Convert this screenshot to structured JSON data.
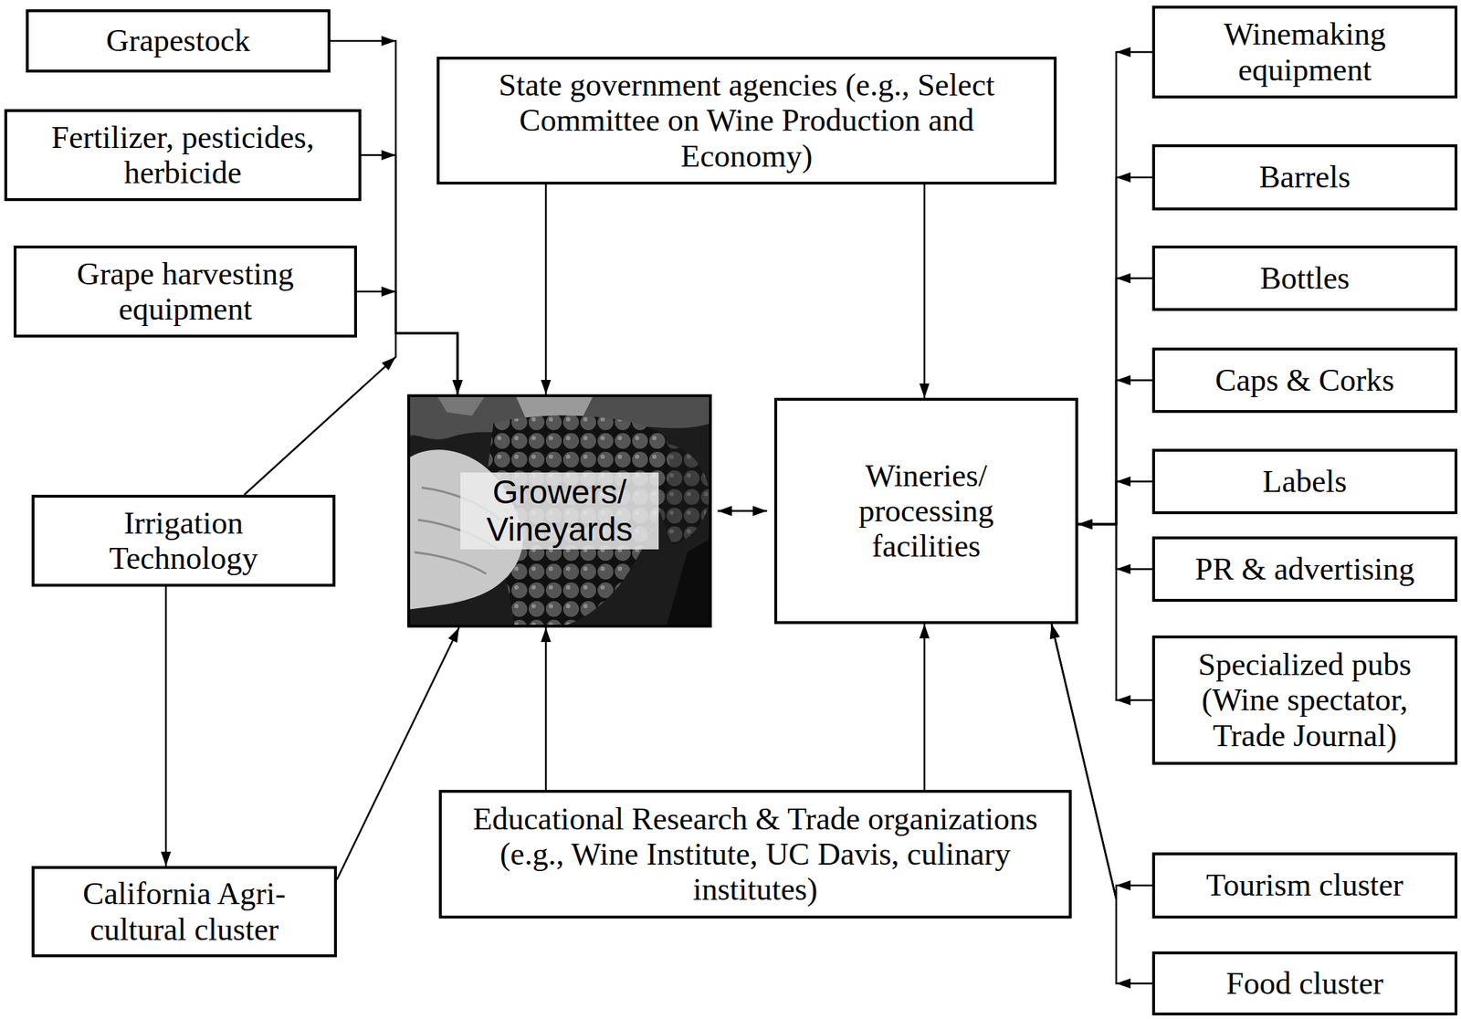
{
  "diagram": {
    "nodes": [
      {
        "text": [
          "Grapestock"
        ]
      },
      {
        "text": [
          "Fertilizer, pesticides, herbicide"
        ]
      },
      {
        "text": [
          "Grape harvesting equipment"
        ]
      },
      {
        "text": [
          "State government agencies (e.g., Select Committee on Wine Production and Economy)"
        ]
      },
      {
        "text": [
          "Winemaking equipment"
        ]
      },
      {
        "text": [
          "Barrels"
        ]
      },
      {
        "text": [
          "Bottles"
        ]
      },
      {
        "text": [
          "Caps & Corks"
        ]
      },
      {
        "text": [
          "Growers/ Vineyards"
        ]
      },
      {
        "text": [
          "Wineries/ processing facilities"
        ]
      },
      {
        "text": [
          "Labels"
        ]
      },
      {
        "text": [
          "Irrigation Technology"
        ]
      },
      {
        "text": [
          "PR & advertising"
        ]
      },
      {
        "text": [
          "Specialized pubs (Wine spectator, Trade Journal)"
        ]
      },
      {
        "text": [
          "Educational Research & Trade organizations (e.g., Wine Institute, UC Davis, culinary institutes)"
        ]
      },
      {
        "text": [
          "Tourism cluster"
        ]
      },
      {
        "text": [
          "California Agri- cultural cluster"
        ]
      },
      {
        "text": [
          "Food cluster"
        ]
      }
    ],
    "edges": [
      {
        "from": 0,
        "to": 8,
        "arrow": "to"
      },
      {
        "from": 1,
        "to": 8,
        "arrow": "to"
      },
      {
        "from": 2,
        "to": 8,
        "arrow": "to"
      },
      {
        "from": 11,
        "to": 8,
        "arrow": "to"
      },
      {
        "from": 11,
        "to": 16,
        "arrow": "to"
      },
      {
        "from": 16,
        "to": 8,
        "arrow": "to"
      },
      {
        "from": 3,
        "to": 8,
        "arrow": "to"
      },
      {
        "from": 3,
        "to": 9,
        "arrow": "to"
      },
      {
        "from": 8,
        "to": 9,
        "arrow": "both"
      },
      {
        "from": 14,
        "to": 8,
        "arrow": "to"
      },
      {
        "from": 14,
        "to": 9,
        "arrow": "to"
      },
      {
        "from": 4,
        "to": 9,
        "arrow": "to"
      },
      {
        "from": 5,
        "to": 9,
        "arrow": "to"
      },
      {
        "from": 6,
        "to": 9,
        "arrow": "to"
      },
      {
        "from": 7,
        "to": 9,
        "arrow": "to"
      },
      {
        "from": 10,
        "to": 9,
        "arrow": "to"
      },
      {
        "from": 12,
        "to": 9,
        "arrow": "to"
      },
      {
        "from": 13,
        "to": 9,
        "arrow": "to"
      },
      {
        "from": 15,
        "to": 9,
        "arrow": "to"
      },
      {
        "from": 17,
        "to": 9,
        "arrow": "to"
      }
    ]
  }
}
